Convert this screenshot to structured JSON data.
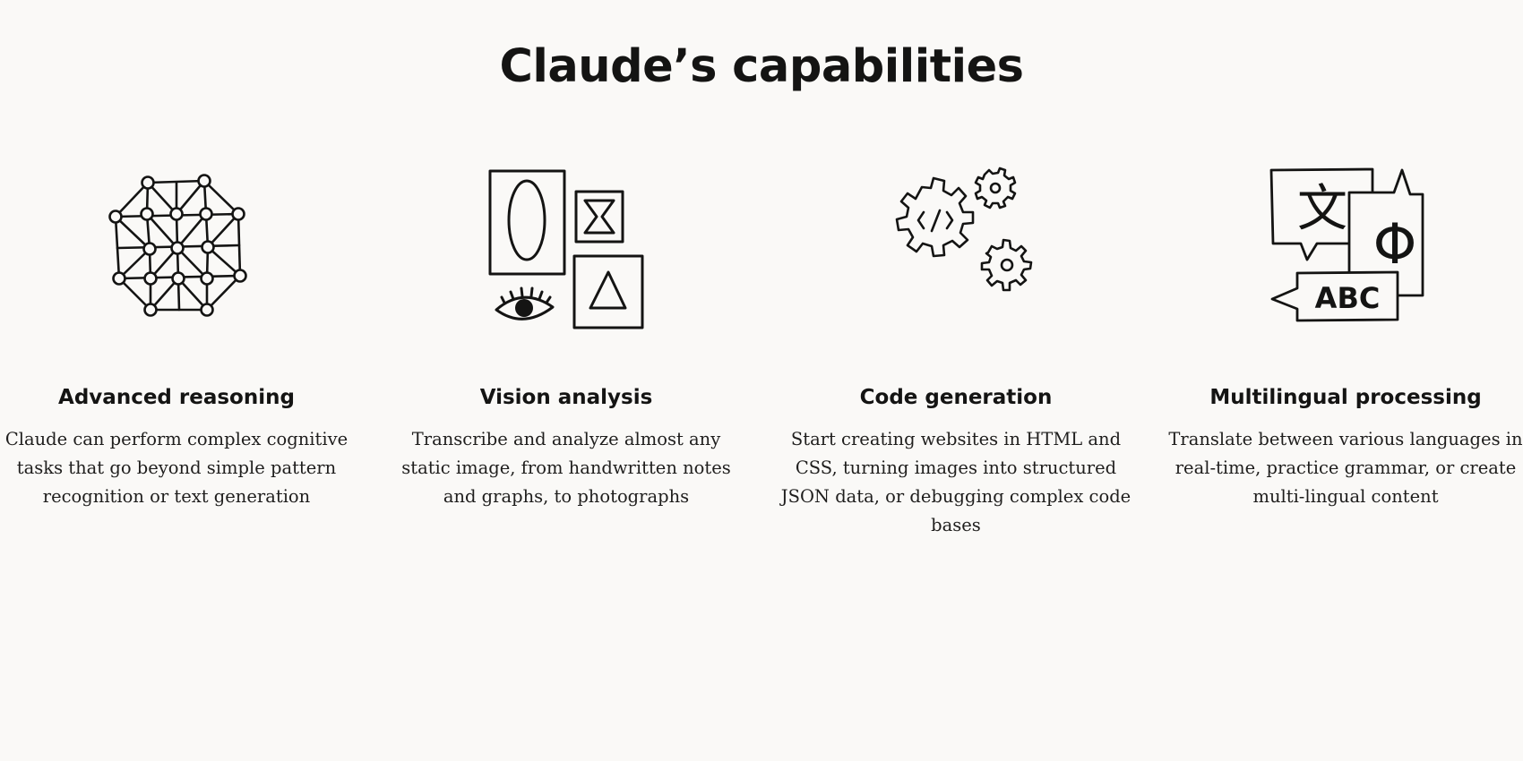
{
  "page": {
    "title": "Claude’s capabilities",
    "background_color": "#faf9f7",
    "text_color": "#141413"
  },
  "cards": [
    {
      "icon": "network-graph-icon",
      "title": "Advanced reasoning",
      "description": "Claude can perform complex cognitive tasks that go beyond simple pattern recognition or text generation"
    },
    {
      "icon": "vision-frames-eye-icon",
      "title": "Vision analysis",
      "description": "Transcribe and analyze almost any static image, from handwritten notes and graphs, to photographs"
    },
    {
      "icon": "code-gears-icon",
      "title": "Code generation",
      "description": "Start creating websites in HTML and CSS, turning images into structured JSON data, or debugging complex code bases"
    },
    {
      "icon": "speech-bubbles-languages-icon",
      "title": "Multilingual processing",
      "description": "Translate between various languages in real-time, practice grammar, or create multi-lingual content",
      "bubble_glyphs": [
        "文",
        "Φ",
        "ABC"
      ]
    }
  ]
}
